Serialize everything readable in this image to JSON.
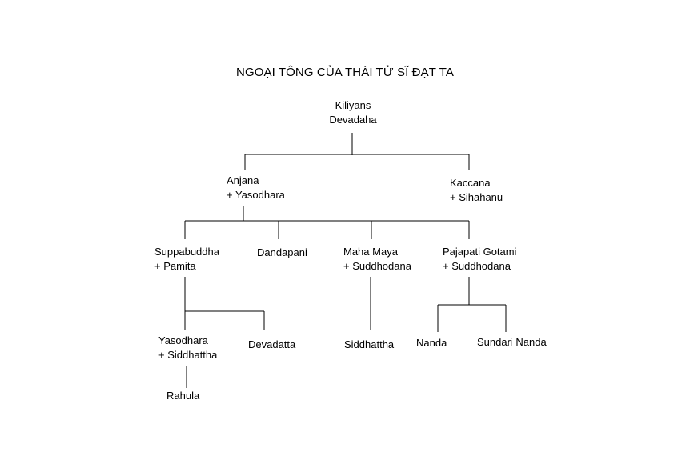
{
  "title": "NGOẠI TÔNG CỦA THÁI TỬ SĨ ĐẠT TA",
  "nodes": {
    "kiliyans": {
      "line1": "Kiliyans",
      "line2": "Devadaha"
    },
    "anjana": {
      "line1": "Anjana",
      "line2": "+ Yasodhara"
    },
    "kaccana": {
      "line1": "Kaccana",
      "line2": "+ Sihahanu"
    },
    "suppabuddha": {
      "line1": "Suppabuddha",
      "line2": "+ Pamita"
    },
    "dandapani": {
      "line1": "Dandapani"
    },
    "maha_maya": {
      "line1": "Maha Maya",
      "line2": "+ Suddhodana"
    },
    "pajapati": {
      "line1": "Pajapati Gotami",
      "line2": "+ Suddhodana"
    },
    "yasodhara": {
      "line1": "Yasodhara",
      "line2": "+ Siddhattha"
    },
    "devadatta": {
      "line1": "Devadatta"
    },
    "siddhattha": {
      "line1": "Siddhattha"
    },
    "nanda": {
      "line1": "Nanda"
    },
    "sundari_nanda": {
      "line1": "Sundari Nanda"
    },
    "rahula": {
      "line1": "Rahula"
    }
  }
}
